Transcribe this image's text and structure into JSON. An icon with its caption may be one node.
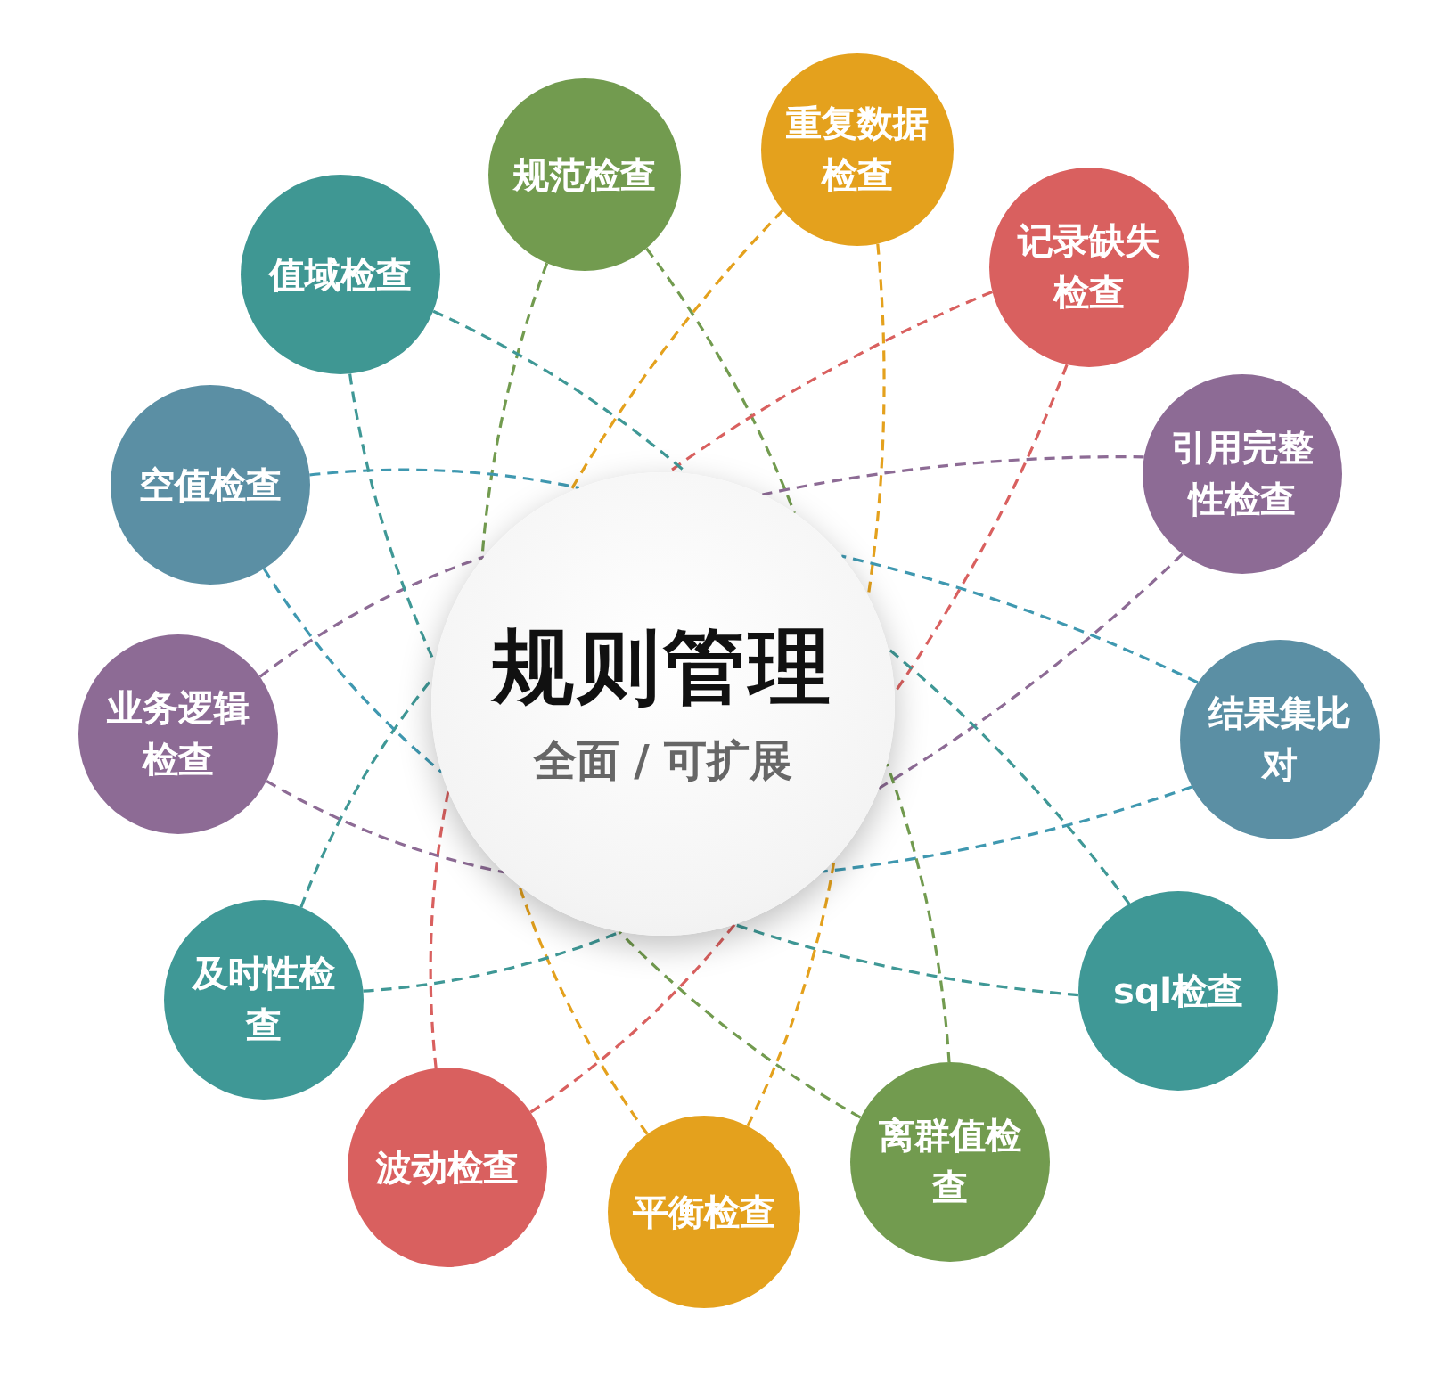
{
  "diagram": {
    "nodes": [
      {
        "text": [
          "规则管理",
          "全面 / 可扩展"
        ]
      },
      {
        "text": [
          "规范检查"
        ]
      },
      {
        "text": [
          "重复数据检查"
        ]
      },
      {
        "text": [
          "记录缺失检查"
        ]
      },
      {
        "text": [
          "引用完整性检查"
        ]
      },
      {
        "text": [
          "结果集比对"
        ]
      },
      {
        "text": [
          "sql检查"
        ]
      },
      {
        "text": [
          "离群值检查"
        ]
      },
      {
        "text": [
          "平衡检查"
        ]
      },
      {
        "text": [
          "波动检查"
        ]
      },
      {
        "text": [
          "及时性检查"
        ]
      },
      {
        "text": [
          "业务逻辑检查"
        ]
      },
      {
        "text": [
          "空值检查"
        ]
      },
      {
        "text": [
          "值域检查"
        ]
      }
    ],
    "edges": [
      {
        "from": 1,
        "to": 0,
        "arrow": "none",
        "style": "dashed",
        "color": "#729b4f"
      },
      {
        "from": 1,
        "to": 0,
        "arrow": "none",
        "style": "dashed",
        "color": "#729b4f"
      },
      {
        "from": 2,
        "to": 0,
        "arrow": "none",
        "style": "dashed",
        "color": "#e4a11d"
      },
      {
        "from": 2,
        "to": 0,
        "arrow": "none",
        "style": "dashed",
        "color": "#e4a11d"
      },
      {
        "from": 3,
        "to": 0,
        "arrow": "none",
        "style": "dashed",
        "color": "#d9605f"
      },
      {
        "from": 3,
        "to": 0,
        "arrow": "none",
        "style": "dashed",
        "color": "#d9605f"
      },
      {
        "from": 4,
        "to": 0,
        "arrow": "none",
        "style": "dashed",
        "color": "#8d6b95"
      },
      {
        "from": 4,
        "to": 0,
        "arrow": "none",
        "style": "dashed",
        "color": "#8d6b95"
      },
      {
        "from": 5,
        "to": 0,
        "arrow": "none",
        "style": "dashed",
        "color": "#3f98b0"
      },
      {
        "from": 5,
        "to": 0,
        "arrow": "none",
        "style": "dashed",
        "color": "#3f98b0"
      },
      {
        "from": 6,
        "to": 0,
        "arrow": "none",
        "style": "dashed",
        "color": "#3f9896"
      },
      {
        "from": 6,
        "to": 0,
        "arrow": "none",
        "style": "dashed",
        "color": "#3f9896"
      },
      {
        "from": 7,
        "to": 0,
        "arrow": "none",
        "style": "dashed",
        "color": "#729b4f"
      },
      {
        "from": 7,
        "to": 0,
        "arrow": "none",
        "style": "dashed",
        "color": "#729b4f"
      },
      {
        "from": 8,
        "to": 0,
        "arrow": "none",
        "style": "dashed",
        "color": "#e4a11d"
      },
      {
        "from": 8,
        "to": 0,
        "arrow": "none",
        "style": "dashed",
        "color": "#e4a11d"
      },
      {
        "from": 9,
        "to": 0,
        "arrow": "none",
        "style": "dashed",
        "color": "#d9605f"
      },
      {
        "from": 9,
        "to": 0,
        "arrow": "none",
        "style": "dashed",
        "color": "#d9605f"
      },
      {
        "from": 10,
        "to": 0,
        "arrow": "none",
        "style": "dashed",
        "color": "#3f9896"
      },
      {
        "from": 10,
        "to": 0,
        "arrow": "none",
        "style": "dashed",
        "color": "#3f9896"
      },
      {
        "from": 11,
        "to": 0,
        "arrow": "none",
        "style": "dashed",
        "color": "#8d6b95"
      },
      {
        "from": 11,
        "to": 0,
        "arrow": "none",
        "style": "dashed",
        "color": "#8d6b95"
      },
      {
        "from": 12,
        "to": 0,
        "arrow": "none",
        "style": "dashed",
        "color": "#3f98b0"
      },
      {
        "from": 12,
        "to": 0,
        "arrow": "none",
        "style": "dashed",
        "color": "#3f98b0"
      },
      {
        "from": 13,
        "to": 0,
        "arrow": "none",
        "style": "dashed",
        "color": "#3f9896"
      },
      {
        "from": 13,
        "to": 0,
        "arrow": "none",
        "style": "dashed",
        "color": "#3f9896"
      }
    ]
  }
}
